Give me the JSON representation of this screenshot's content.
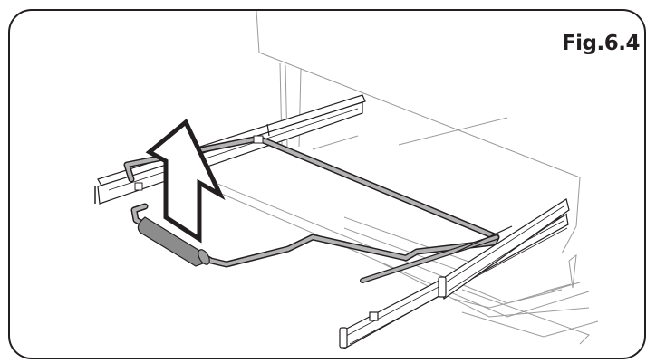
{
  "figure": {
    "label": "Fig.6.4",
    "subject": "telescopic-rail-wire-shelf-removal",
    "action_arrow": "lift-up"
  },
  "colors": {
    "line": "#231f20",
    "thin_line": "#8a8a8a",
    "wire_fill": "#b3b3b3",
    "handle_fill": "#8c8c8c",
    "background": "#ffffff"
  }
}
